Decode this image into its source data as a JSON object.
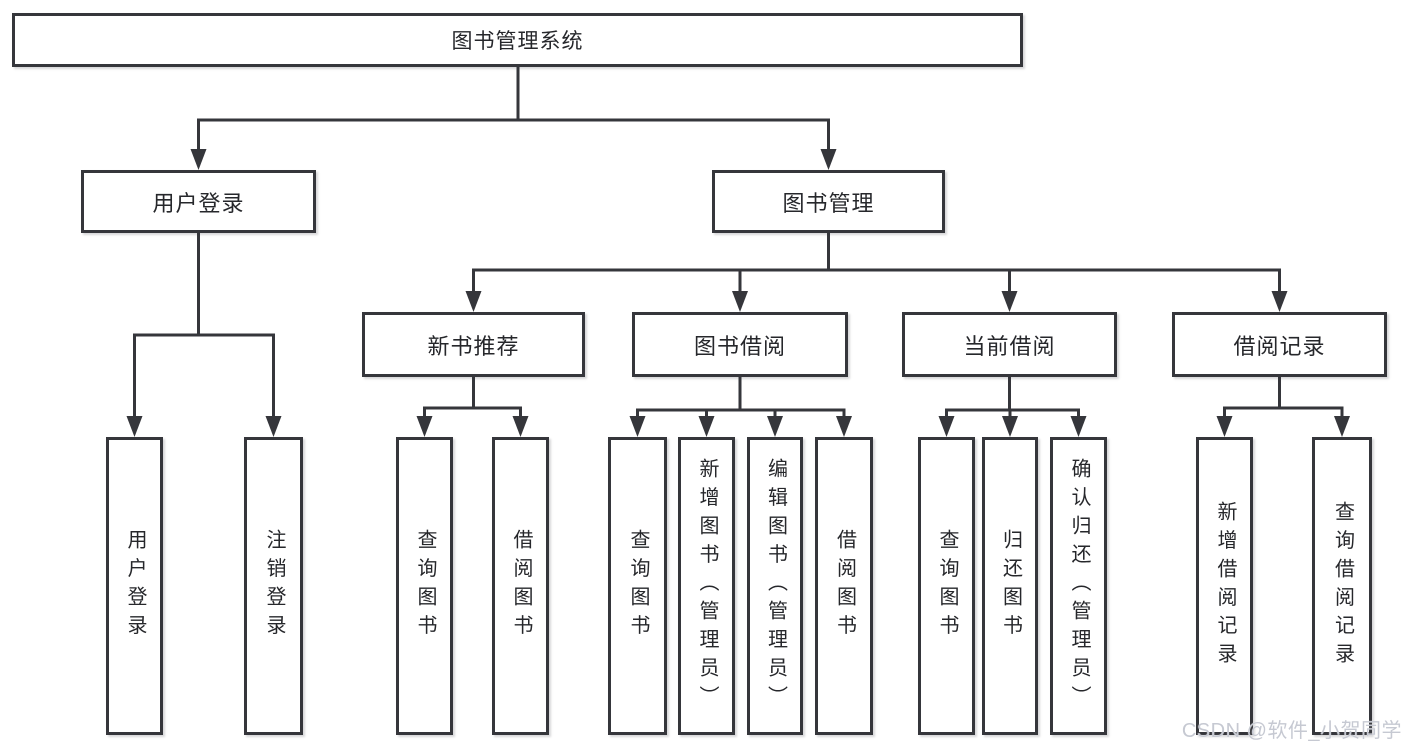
{
  "diagram": {
    "title": "图书管理系统",
    "tree": {
      "label": "图书管理系统",
      "children": [
        {
          "label": "用户登录",
          "children": [
            {
              "label": "用户登录"
            },
            {
              "label": "注销登录"
            }
          ]
        },
        {
          "label": "图书管理",
          "children": [
            {
              "label": "新书推荐",
              "children": [
                {
                  "label": "查询图书"
                },
                {
                  "label": "借阅图书"
                }
              ]
            },
            {
              "label": "图书借阅",
              "children": [
                {
                  "label": "查询图书"
                },
                {
                  "label": "新增图书（管理员）"
                },
                {
                  "label": "编辑图书（管理员）"
                },
                {
                  "label": "借阅图书"
                }
              ]
            },
            {
              "label": "当前借阅",
              "children": [
                {
                  "label": "查询图书"
                },
                {
                  "label": "归还图书"
                },
                {
                  "label": "确认归还（管理员）"
                }
              ]
            },
            {
              "label": "借阅记录",
              "children": [
                {
                  "label": "新增借阅记录"
                },
                {
                  "label": "查询借阅记录"
                }
              ]
            }
          ]
        }
      ]
    },
    "colors": {
      "line": "#35363b",
      "box_background": "#ffffff",
      "text": "#26272b",
      "watermark": "#c6c9d2"
    }
  },
  "watermark": {
    "text": "CSDN @软件_小贺同学"
  }
}
